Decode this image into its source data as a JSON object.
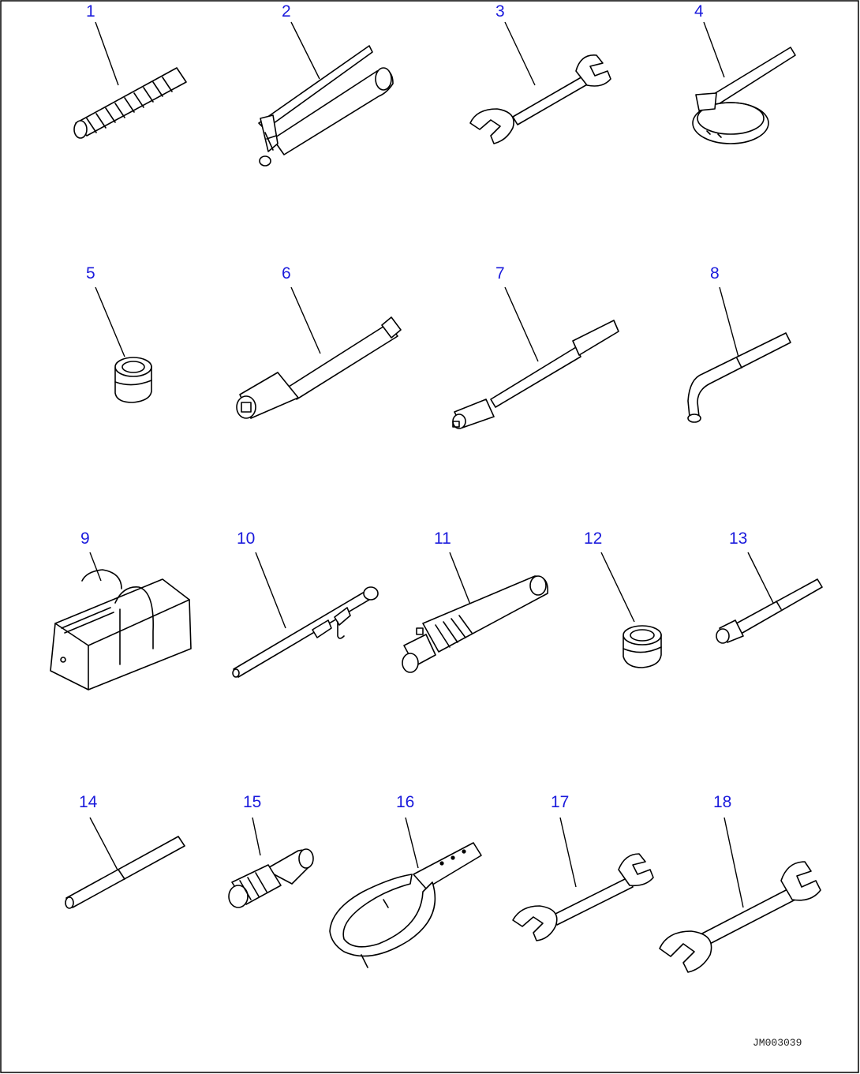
{
  "labels": [
    "1",
    "2",
    "3",
    "4",
    "5",
    "6",
    "7",
    "8",
    "9",
    "10",
    "11",
    "12",
    "13",
    "14",
    "15",
    "16",
    "17",
    "18"
  ],
  "drawing_ref": "JM003039"
}
